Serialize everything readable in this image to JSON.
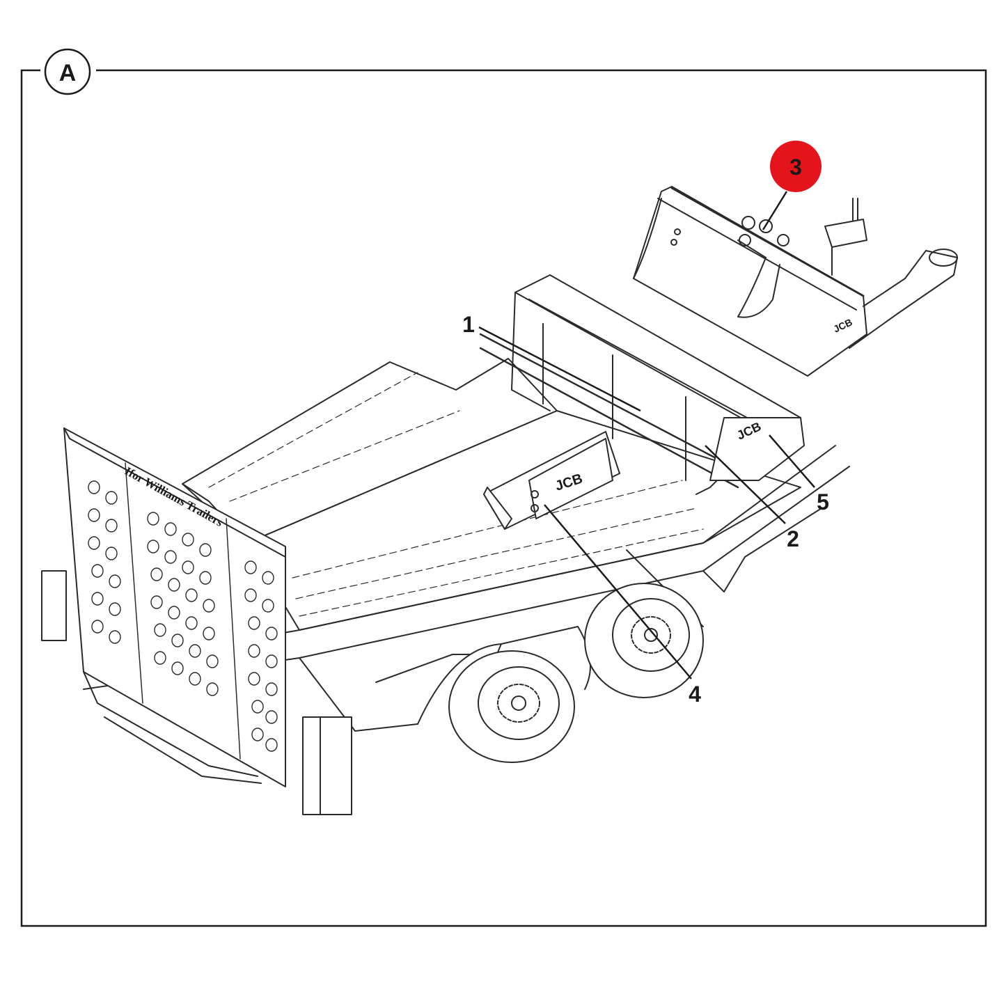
{
  "figure": {
    "view_label": "A",
    "highlight_color": "#e5131b",
    "line_color": "#1a1a1a",
    "highlighted_callout": "3"
  },
  "callouts": [
    {
      "id": "c1",
      "label": "1"
    },
    {
      "id": "c2",
      "label": "2"
    },
    {
      "id": "c3",
      "label": "3"
    },
    {
      "id": "c4",
      "label": "4"
    },
    {
      "id": "c5",
      "label": "5"
    }
  ],
  "drawing": {
    "ramp_text": "Ifor Williams Trailers",
    "brand_marks": [
      "JCB",
      "JCB",
      "JCB"
    ]
  }
}
